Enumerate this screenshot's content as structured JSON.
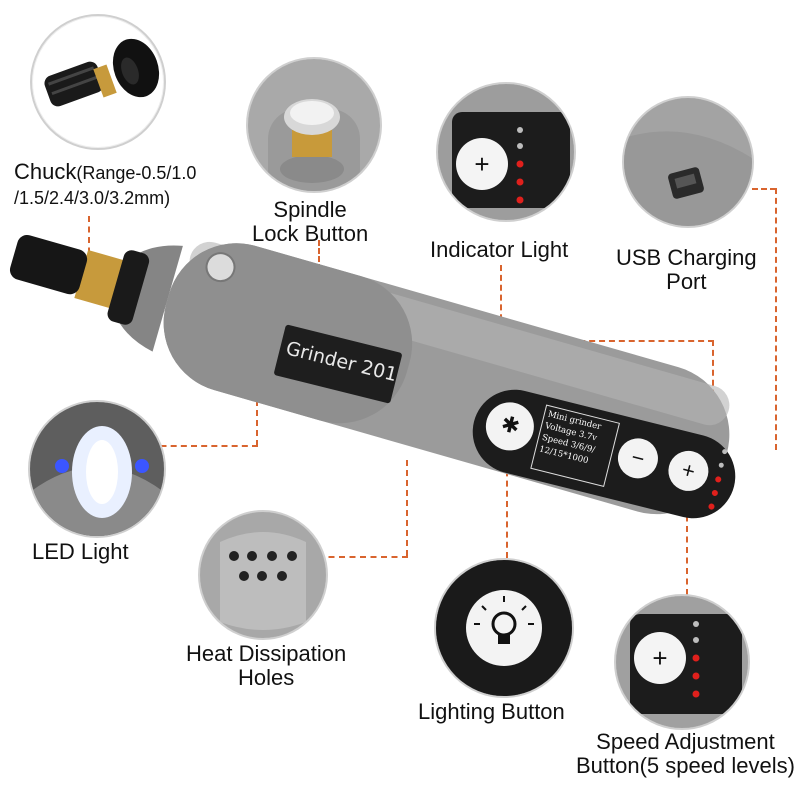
{
  "labels": {
    "chuck_main": "Chuck",
    "chuck_range_a": "(Range-0.5/1.0",
    "chuck_range_b": "/1.5/2.4/3.0/3.2mm)",
    "spindle_1": "Spindle",
    "spindle_2": "Lock Button",
    "indicator": "Indicator Light",
    "usb_1": "USB Charging",
    "usb_2": "Port",
    "led": "LED Light",
    "heat_1": "Heat Dissipation",
    "heat_2": "Holes",
    "lighting": "Lighting Button",
    "speed_1": "Speed Adjustment",
    "speed_2": "Button(5 speed levels)"
  },
  "device": {
    "model_text": "Grinder 201",
    "panel_lines": [
      "Mini grinder",
      "Voltage 3.7v",
      "Speed 3/6/9/",
      "12/15*1000"
    ],
    "plus_symbol": "+",
    "minus_symbol": "−"
  },
  "colors": {
    "body_gray": "#9b9b9b",
    "leader_orange": "#d9642e",
    "panel_black": "#1c1c1c",
    "led_red": "#e0201c",
    "led_gray": "#bdbdbd"
  },
  "icons": [
    "chuck-icon",
    "spindle-button-icon",
    "led-light-icon",
    "vent-holes-icon",
    "bulb-icon",
    "usb-port-icon",
    "plus-icon",
    "minus-icon"
  ]
}
